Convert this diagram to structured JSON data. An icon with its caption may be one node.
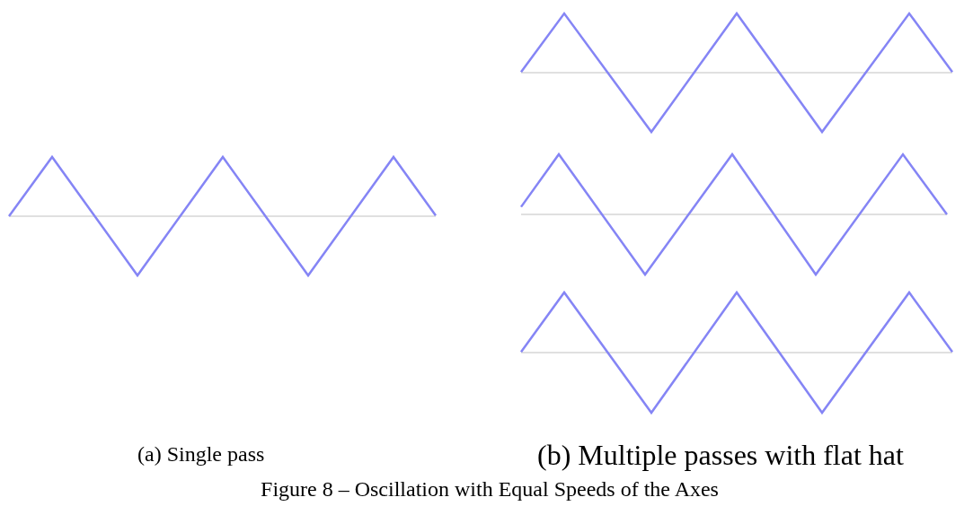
{
  "diagram": {
    "caption": "Figure 8 – Oscillation with Equal Speeds of the Axes",
    "labels": [
      "(a) Single pass",
      "(b) Multiple passes with flat hat"
    ]
  }
}
